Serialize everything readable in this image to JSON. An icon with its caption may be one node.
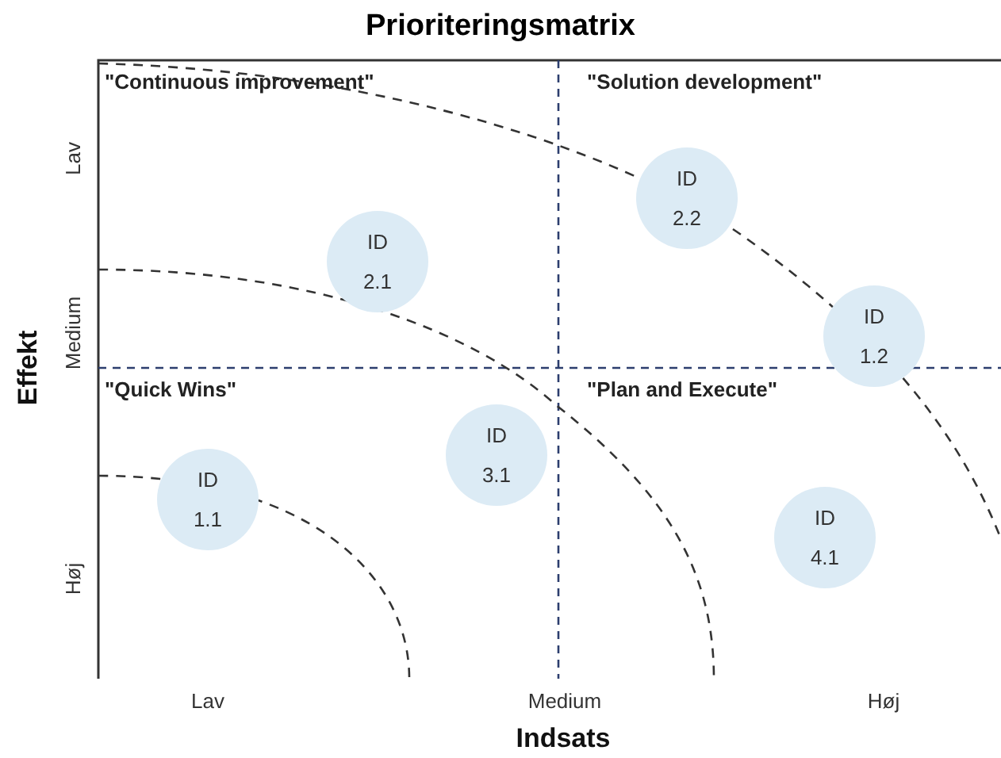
{
  "diagram": {
    "title": "Prioriteringsmatrix",
    "nodes": [
      {
        "text": [
          "ID 2.2"
        ]
      },
      {
        "text": [
          "ID 2.1"
        ]
      },
      {
        "text": [
          "ID 1.2"
        ]
      },
      {
        "text": [
          "ID 3.1"
        ]
      },
      {
        "text": [
          "ID 1.1"
        ]
      },
      {
        "text": [
          "ID 4.1"
        ]
      }
    ],
    "labels": [
      "\"Continuous improvement\"",
      "\"Solution development\"",
      "\"Quick Wins\"",
      "\"Plan and Execute\"",
      "Lav",
      "Medium",
      "Høj",
      "Effekt",
      "Lav",
      "Medium",
      "Høj",
      "Indsats"
    ]
  }
}
